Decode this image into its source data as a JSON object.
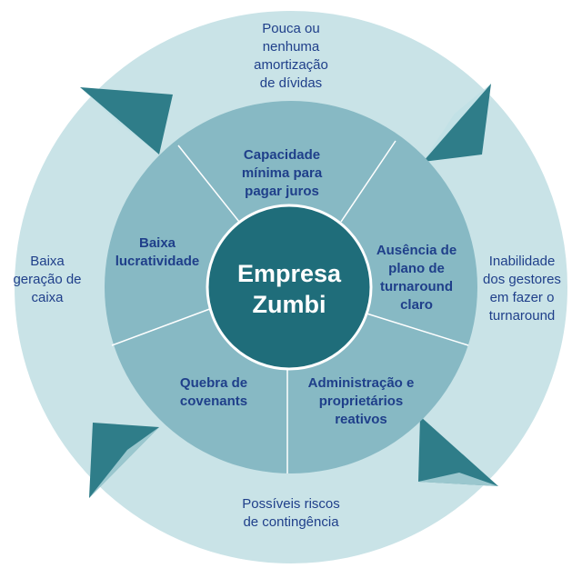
{
  "colors": {
    "outer_ring": "#c9e3e7",
    "segments": "#87b9c4",
    "divider": "#ffffff",
    "core": "#1f6d7a",
    "text": "#1f3f8a",
    "arrow_dark": "#2f7d89",
    "arrow_light": "#bfe0e5"
  },
  "center": {
    "title": "Empresa\nZumbi"
  },
  "inner_segments": [
    {
      "label": "Capacidade\nmínima para\npagar juros"
    },
    {
      "label": "Ausência de\nplano de\nturnaround\nclaro"
    },
    {
      "label": "Administração e\nproprietários\nreativos"
    },
    {
      "label": "Quebra de\ncovenants"
    },
    {
      "label": "Baixa\nlucratividade"
    }
  ],
  "outer_labels": [
    {
      "label": "Pouca ou\nnenhuma\namortização\nde dívidas"
    },
    {
      "label": "Inabilidade\ndos gestores\nem fazer o\nturnaround"
    },
    {
      "label": "Possíveis riscos\nde contingência"
    },
    {
      "label": "Baixa\ngeração de\ncaixa"
    }
  ],
  "arrows": [
    {
      "name": "top-left"
    },
    {
      "name": "top-right"
    },
    {
      "name": "bottom-right"
    },
    {
      "name": "bottom-left"
    }
  ]
}
